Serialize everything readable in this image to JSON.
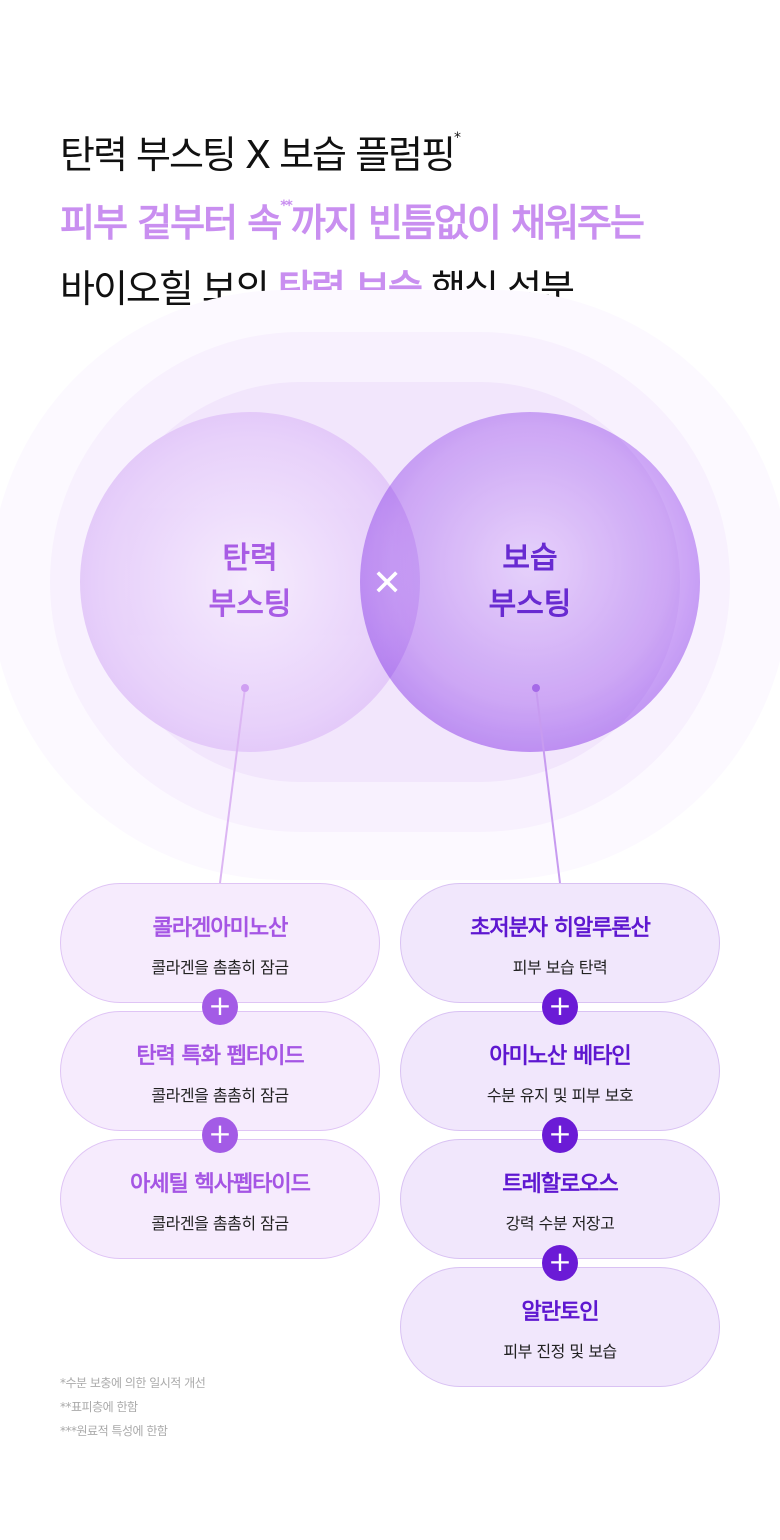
{
  "headline": {
    "line1": "탄력 부스팅 X 보습 플럼핑",
    "line1_mark": "*",
    "line2_a": "피부 겉부터 속",
    "line2_mark": "**",
    "line2_b": "까지 빈틈없이 채워주는",
    "line3_a": "바이오힐 보의 ",
    "line3_hl": "탄력 보습",
    "line3_b": " 핵심 성분"
  },
  "venn": {
    "left": {
      "line1": "탄력",
      "line2": "부스팅"
    },
    "right": {
      "line1": "보습",
      "line2": "부스팅"
    },
    "operator": "✕"
  },
  "left_ingredients": [
    {
      "title": "콜라겐아미노산",
      "desc": "콜라겐을 촘촘히 잠금"
    },
    {
      "title": "탄력 특화 펩타이드",
      "desc": "콜라겐을 촘촘히 잠금"
    },
    {
      "title": "아세틸 헥사펩타이드",
      "desc": "콜라겐을 촘촘히 잠금"
    }
  ],
  "right_ingredients": [
    {
      "title": "초저분자 히알루론산",
      "desc": "피부 보습 탄력"
    },
    {
      "title": "아미노산 베타인",
      "desc": "수분 유지 및 피부 보호"
    },
    {
      "title": "트레할로오스",
      "desc": "강력 수분 저장고"
    },
    {
      "title": "알란토인",
      "desc": "피부 진정 및 보습"
    }
  ],
  "plus_symbol": "+",
  "footnotes": [
    "*수분 보충에 의한 일시적 개선",
    "**표피층에 한함",
    "***원료적 특성에 한함"
  ],
  "colors": {
    "accent_light": "#c98ff0",
    "left_accent": "#a555e4",
    "right_accent": "#5e17d0"
  }
}
